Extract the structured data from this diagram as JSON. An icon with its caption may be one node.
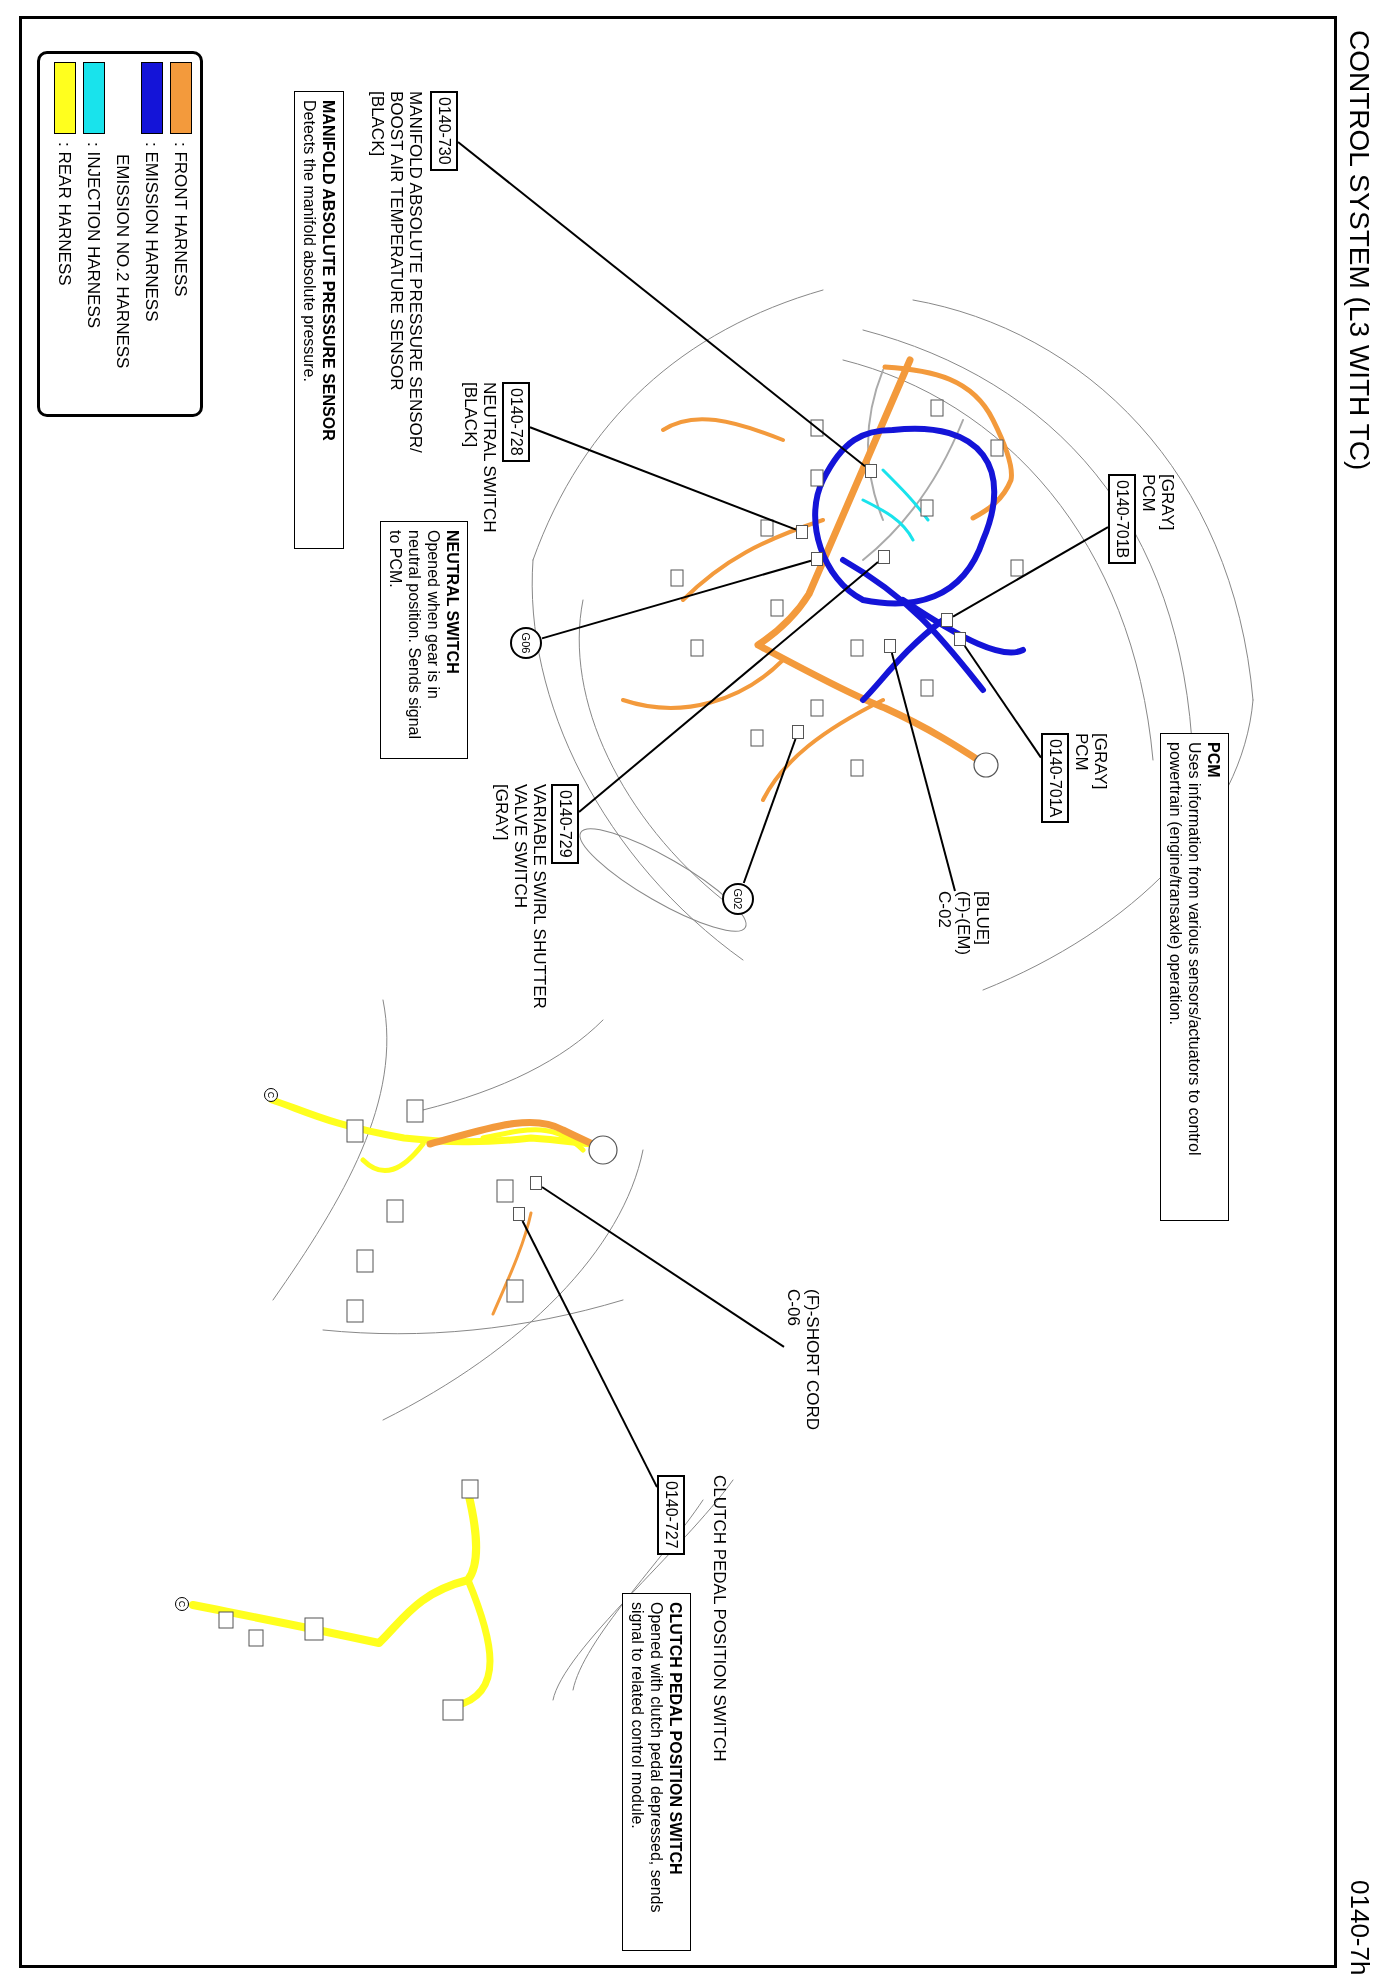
{
  "diagram": {
    "title": "CONTROL SYSTEM (L3 WITH TC)",
    "nodes": [
      {
        "text": [
          "0140-730"
        ],
        "beside": [
          "MANIFOLD ABSOLUTE PRESSURE SENSOR/ BOOST AIR TEMPERATURE SENSOR",
          "[BLACK]"
        ]
      },
      {
        "text": [
          "MANIFOLD ABSOLUTE PRESSURE SENSOR",
          "Detects the manifold absolute pressure."
        ]
      },
      {
        "text": [
          "0140-728"
        ],
        "beside": [
          "NEUTRAL SWITCH",
          "[BLACK]"
        ]
      },
      {
        "text": [
          "NEUTRAL SWITCH",
          "Opened when gear is in neutral position. Sends signal to PCM."
        ]
      },
      {
        "text": [
          "G06"
        ]
      },
      {
        "text": [
          "0140-729"
        ],
        "beside": [
          "VARIABLE SWIRL SHUTTER VALVE SWITCH",
          "[GRAY]"
        ]
      },
      {
        "text": [
          "G02"
        ]
      },
      {
        "text": [
          "[BLUE]",
          "(F)-(EM)",
          "C-02"
        ]
      },
      {
        "text": [
          "0140-701A"
        ],
        "beside": [
          "PCM",
          "[GRAY]"
        ]
      },
      {
        "text": [
          "0140-701B"
        ],
        "beside": [
          "PCM",
          "[GRAY]"
        ]
      },
      {
        "text": [
          "PCM",
          "Uses information from various sensors/actuators to control powertrain (engine/transaxle) operation."
        ]
      },
      {
        "text": [
          "(F)-SHORT CORD",
          "C-06"
        ]
      },
      {
        "text": [
          "0140-727"
        ],
        "beside": [
          "CLUTCH PEDAL POSITION SWITCH"
        ]
      },
      {
        "text": [
          "CLUTCH PEDAL POSITION SWITCH",
          "Opened with clutch pedal depressed, sends signal to related control module."
        ]
      },
      {
        "text": [],
        "shape": "box"
      },
      {
        "text": [],
        "shape": "box"
      },
      {
        "text": [],
        "shape": "box"
      },
      {
        "text": [],
        "shape": "box"
      },
      {
        "text": [],
        "shape": "box"
      },
      {
        "text": [],
        "shape": "box"
      },
      {
        "text": [],
        "shape": "box"
      },
      {
        "text": [],
        "shape": "box"
      },
      {
        "text": [],
        "shape": "box"
      },
      {
        "text": [],
        "shape": "box"
      }
    ],
    "edges": [
      {
        "from": 0,
        "to": 14,
        "arrow": "none"
      },
      {
        "from": 2,
        "to": 15,
        "arrow": "none"
      },
      {
        "from": 4,
        "to": 16,
        "arrow": "none"
      },
      {
        "from": 5,
        "to": 17,
        "arrow": "none"
      },
      {
        "from": 6,
        "to": 18,
        "arrow": "none"
      },
      {
        "from": 7,
        "to": 19,
        "arrow": "none"
      },
      {
        "from": 8,
        "to": 20,
        "arrow": "none"
      },
      {
        "from": 9,
        "to": 21,
        "arrow": "none"
      },
      {
        "from": 11,
        "to": 22,
        "arrow": "none"
      },
      {
        "from": 12,
        "to": 23,
        "arrow": "none"
      }
    ],
    "labels": [
      "0140-7h",
      "C",
      "C"
    ],
    "legend": [
      {
        "text": ": FRONT HARNESS",
        "color": "#f39a3c"
      },
      {
        "text": ": EMISSION HARNESS",
        "color": "#1414d8"
      },
      {
        "text": "EMISSION NO.2 HARNESS"
      },
      {
        "text": ": INJECTION HARNESS",
        "color": "#19e3ec"
      },
      {
        "text": ": REAR HARNESS",
        "color": "#ffff1e"
      }
    ]
  }
}
